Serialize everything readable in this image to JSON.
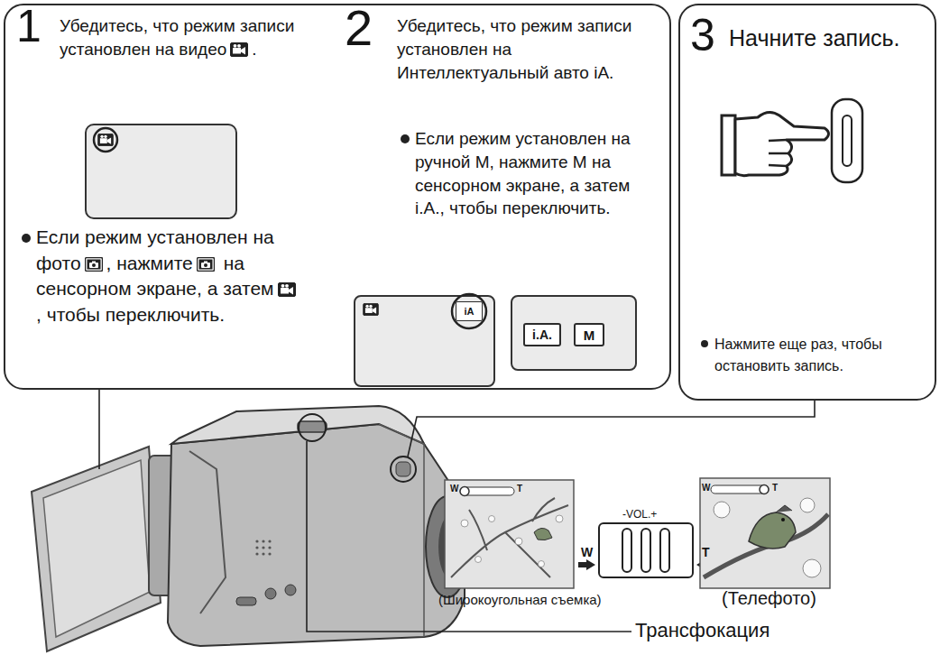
{
  "diagram": {
    "nodes": [
      {
        "text": [
          "1",
          "Убедитесь, что режим записи установлен на видео.",
          "Если режим установлен на фото, нажмите на сенсорном экране, а затем, чтобы переключить.",
          "2",
          "Убедитесь, что режим записи установлен на Интеллектуальный авто iA.",
          "Если режим установлен на ручной M, нажмите M на сенсорном экране, а затем i.A., чтобы переключить."
        ]
      },
      {
        "text": [
          "iA"
        ],
        "in": 0
      },
      {
        "text": [
          "i.A."
        ],
        "in": 0
      },
      {
        "text": [
          "M"
        ],
        "in": 0
      },
      {
        "text": [
          "3",
          "Начните запись.",
          "Нажмите еще раз, чтобы остановить запись."
        ]
      }
    ],
    "labels": [
      "W",
      "T",
      "(Широкоугольная съемка)",
      "W",
      "-VOL.+",
      "T",
      "W",
      "T",
      "(Телефото)",
      "Трансфокация"
    ]
  }
}
